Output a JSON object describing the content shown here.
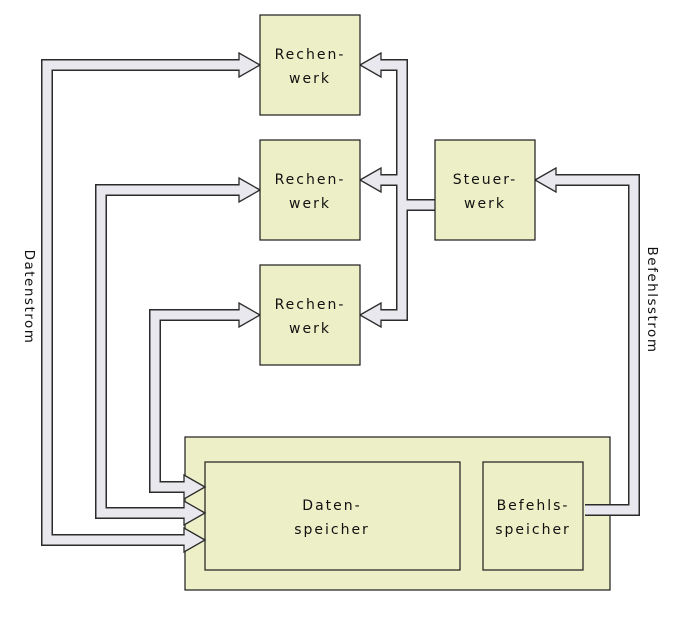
{
  "diagram": {
    "title_hint": "",
    "nodes": {
      "rechenwerk": {
        "line1": "Rechen-",
        "line2": "werk"
      },
      "steuerwerk": {
        "line1": "Steuer-",
        "line2": "werk"
      },
      "datenspeicher": {
        "line1": "Daten-",
        "line2": "speicher"
      },
      "befehlsspeicher": {
        "line1": "Befehls-",
        "line2": "speicher"
      }
    },
    "labels": {
      "datenstrom": "Datenstrom",
      "befehlsstrom": "Befehlsstrom"
    },
    "colors": {
      "background": "#ffffff",
      "box_fill": "#edefc7",
      "box_stroke": "#1c1c1c",
      "arrow_fill": "#e8e8ee",
      "arrow_stroke": "#2b2b2b",
      "text": "#111111"
    },
    "edges": [
      {
        "from": "datenspeicher",
        "to": "rechenwerk-1",
        "type": "bidirectional",
        "stream": "Datenstrom"
      },
      {
        "from": "datenspeicher",
        "to": "rechenwerk-2",
        "type": "bidirectional",
        "stream": "Datenstrom"
      },
      {
        "from": "datenspeicher",
        "to": "rechenwerk-3",
        "type": "bidirectional",
        "stream": "Datenstrom"
      },
      {
        "from": "steuerwerk",
        "to": "rechenwerk-1",
        "type": "directed"
      },
      {
        "from": "steuerwerk",
        "to": "rechenwerk-2",
        "type": "directed"
      },
      {
        "from": "steuerwerk",
        "to": "rechenwerk-3",
        "type": "directed"
      },
      {
        "from": "befehlsspeicher",
        "to": "steuerwerk",
        "type": "directed",
        "stream": "Befehlsstrom"
      }
    ]
  }
}
